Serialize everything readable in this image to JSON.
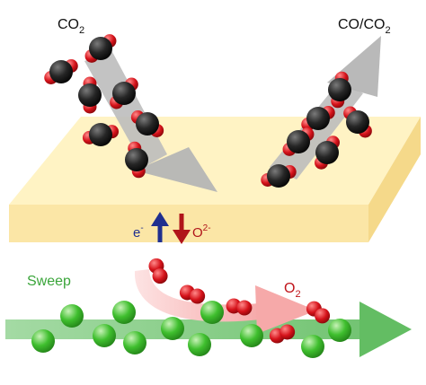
{
  "labels": {
    "co2_in": "CO",
    "co2_in_sub": "2",
    "out": "CO/CO",
    "out_sub": "2",
    "electron": "e",
    "electron_sup": "-",
    "oxide": "O",
    "oxide_sup": "2-",
    "sweep": "Sweep",
    "o2": "O",
    "o2_sub": "2"
  },
  "colors": {
    "membrane_top": "#fff3c4",
    "membrane_side": "#fbe4a0",
    "carbon": "#1e1e1e",
    "oxygen": "#d5121a",
    "sweep_gas": "#35b52a",
    "arrow_gray": "#bdbdbd",
    "arrow_pink": "#f7b8b8",
    "arrow_green": "#7cc87a",
    "electron_arrow": "#1f2f8f",
    "oxide_arrow": "#b0141a",
    "sweep_label": "#3aa53a",
    "o2_label": "#c0141a"
  }
}
